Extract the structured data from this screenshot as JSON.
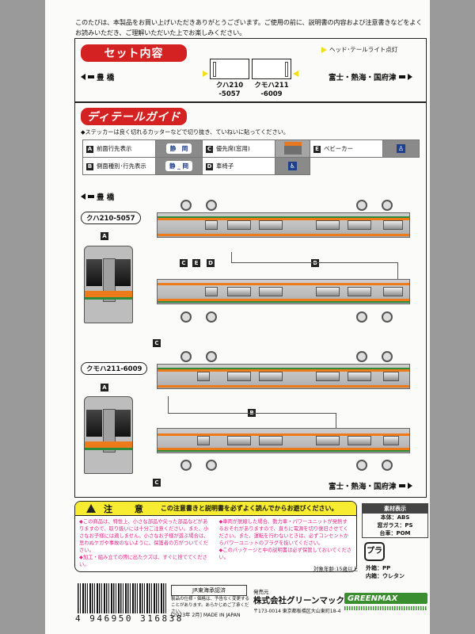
{
  "intro_text": "このたびは、本製品をお買い上げいただきありがとうございます。ご使用の前に、説明書の内容および注意書きなどをよくお読みいただき、ご理解いただいた上でお楽しみください。",
  "set_contents": {
    "title": "セット内容",
    "headlight_note": "ヘッド･テールライト点灯",
    "left_direction": "豊 橋",
    "right_direction": "富士・熱海・国府津",
    "cars": [
      {
        "line1": "クハ210",
        "line2": "-5057"
      },
      {
        "line1": "クモハ211",
        "line2": "-6009"
      }
    ]
  },
  "detail_guide": {
    "title": "ディテールガイド",
    "note": "◆ステッカーは良く切れるカッターなどで切り抜き、ていねいに貼ってください。",
    "items": [
      {
        "key": "A",
        "label": "前面行先表示",
        "sticker": "静　岡"
      },
      {
        "key": "C",
        "label": "優先席(窓用)",
        "sticker": ""
      },
      {
        "key": "E",
        "label": "ベビーカー",
        "sticker": "baby-stroller-icon"
      },
      {
        "key": "B",
        "label": "側面種別･行先表示",
        "sticker": "静 _ 岡"
      },
      {
        "key": "D",
        "label": "車椅子",
        "sticker": "wheelchair-icon"
      }
    ],
    "left_direction": "豊 橋",
    "right_direction": "富士・熱海・国府津",
    "car1_badge": "クハ210-5057",
    "car2_badge": "クモハ211-6009",
    "tags": {
      "A": "A",
      "B": "B",
      "C": "C",
      "D": "D",
      "E": "E"
    },
    "jr_mark": "JR"
  },
  "caution": {
    "title": "注 意",
    "subtitle": "この注意書きと説明書を必ずよく読んでからお遊びください。",
    "left_items": [
      "◆この商品は、特性上、小さな部品や尖った部品などがありますので、取り扱いには十分ご注意ください。また、小さなお子様には適しません。小さなお子様が遊ぶ場合は、思わぬケガや事故のないように、保護者の方がついてください。",
      "◆加工・組み立ての際に出たクズは、すぐに捨ててください。"
    ],
    "right_items": [
      "◆車両が脱線した場合、動力車・パワーユニットが発熱するおそれがありますので、直ちに電源を切り復旧させてください。また、運転を行わないときは、必ずコンセントからパワーユニットのプラグを抜いてください。",
      "◆このパッケージと中の説明書は必ず保管しておいてください。"
    ],
    "age": "対象年齢:15歳以上"
  },
  "materials": {
    "title": "素材表示",
    "rows": [
      "本体：ABS",
      "窓ガラス：PS",
      "台車：POM"
    ],
    "recycle_mark": "プラ",
    "packaging": [
      "外箱：PP",
      "内箱：ウレタン"
    ]
  },
  "footer": {
    "barcode_number": "4 946950 316838",
    "approval": "JR東海承認済",
    "fine_print": "製品の仕様・価格は、予告なく変更することがあります。あらかじめご了承ください。",
    "made": "[2023年 2月] MADE IN JAPAN",
    "publisher_label": "発売元",
    "publisher_name": "株式会社グリーンマックス",
    "publisher_address": "〒173-0014 東京都板橋区大山東町18-4",
    "logo": "GREENMAX"
  }
}
